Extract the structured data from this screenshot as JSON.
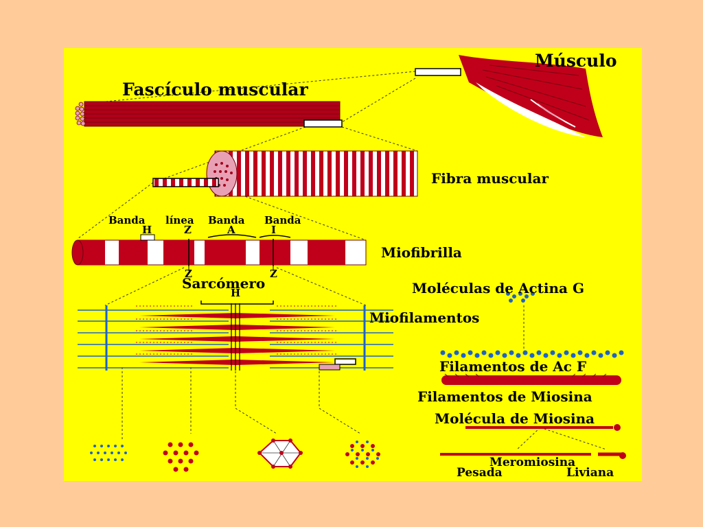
{
  "labels": {
    "musculo": "Músculo",
    "fasciculo": "Fascículo muscular",
    "fibra": "Fibra muscular",
    "banda_h": "Banda",
    "linea_z": "línea",
    "banda_a": "Banda",
    "banda_i": "Banda",
    "letter_h": "H",
    "letter_z": "Z",
    "letter_a": "A",
    "letter_i": "I",
    "miofibrilla": "Miofibrilla",
    "z_left": "Z",
    "z_right": "Z",
    "sarcomero": "Sarcómero",
    "sarcomero_h": "H",
    "miofilamentos": "Miofilamentos",
    "actina_g": "Moléculas de Actina G",
    "filamentos_ac": "Filamentos de Ac F",
    "filamentos_miosina": "Filamentos de Miosina",
    "molecula_miosina": "Molécula de Miosina",
    "meromiosina": "Meromiosina",
    "pesada": "Pesada",
    "liviana": "Liviana"
  },
  "colors": {
    "page_background": "#FFCC99",
    "slide_background": "#FFFF00",
    "muscle_red": "#C0001A",
    "actin_blue": "#1E64C8",
    "fiber_pink": "#E8A0B4"
  }
}
